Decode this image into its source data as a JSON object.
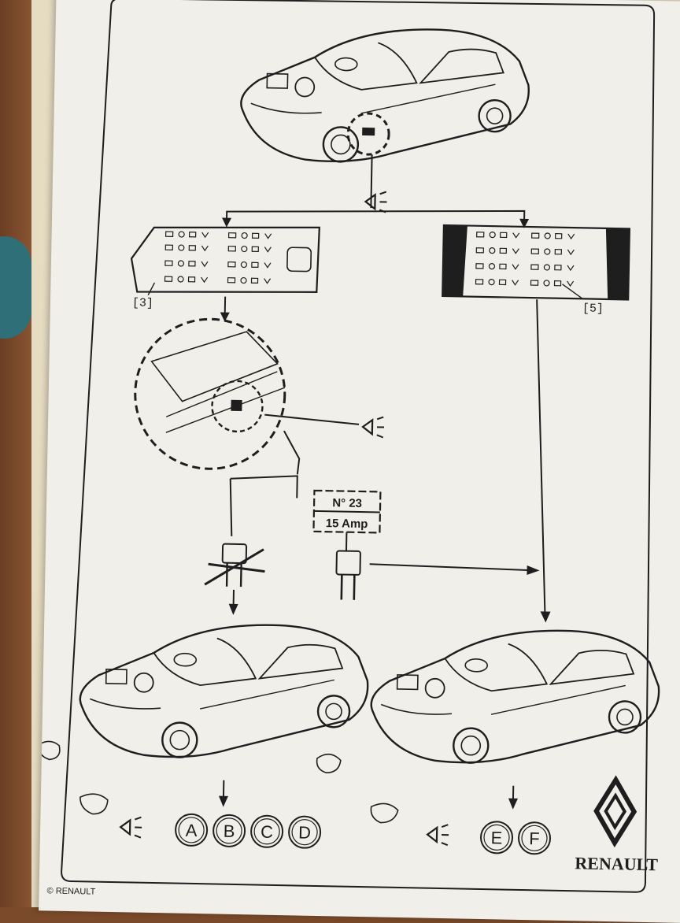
{
  "sheet": {
    "fusebox_left_ref": "[3]",
    "fusebox_right_ref": "[5]",
    "fuse_number": "N° 23",
    "fuse_rating": "15 Amp",
    "outcome_left": [
      "A",
      "B",
      "C",
      "D"
    ],
    "outcome_right": [
      "E",
      "F"
    ],
    "brand_name": "RENAULT",
    "copyright": "© RENAULT"
  },
  "icons": {
    "view_eye": "eye-view-icon",
    "brand_logo": "renault-diamond-logo"
  },
  "colors": {
    "paper": "#f1efe9",
    "ink": "#1e1e1e",
    "binder": "#e6dcc2",
    "table": "#7a4a2a"
  }
}
